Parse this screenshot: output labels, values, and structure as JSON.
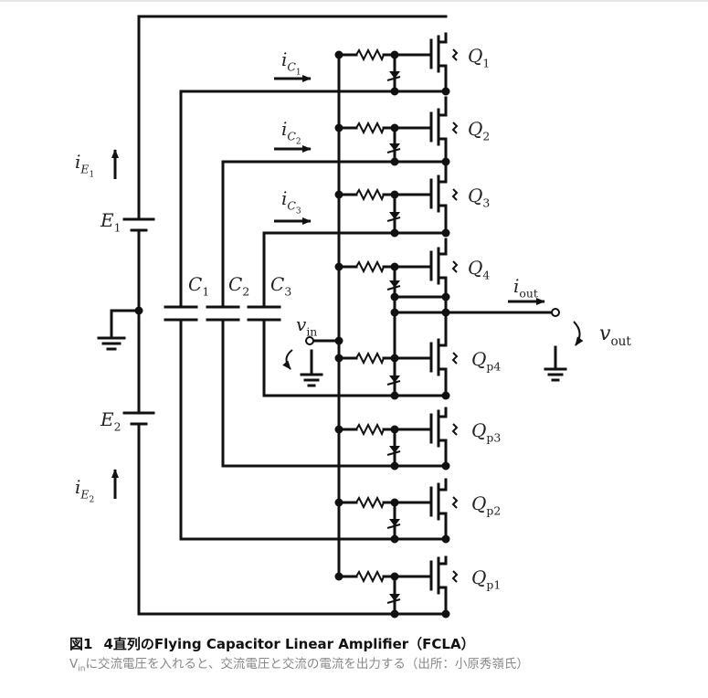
{
  "figure": {
    "number": "図1",
    "title": "4直列のFlying Capacitor Linear Amplifier（FCLA）",
    "subtitle_var": "V",
    "subtitle_sub": "in",
    "subtitle_rest": "に交流電圧を入れると、交流電圧と交流の電流を出力する（出所：小原秀嶺氏）"
  },
  "circuit": {
    "sources": [
      {
        "name": "E",
        "sub": "1",
        "current": "i",
        "current_sub": "E",
        "current_subsub": "1"
      },
      {
        "name": "E",
        "sub": "2",
        "current": "i",
        "current_sub": "E",
        "current_subsub": "2"
      }
    ],
    "capacitors": [
      {
        "name": "C",
        "sub": "1",
        "current": "i",
        "current_sub": "C",
        "current_subsub": "1"
      },
      {
        "name": "C",
        "sub": "2",
        "current": "i",
        "current_sub": "C",
        "current_subsub": "2"
      },
      {
        "name": "C",
        "sub": "3",
        "current": "i",
        "current_sub": "C",
        "current_subsub": "3"
      }
    ],
    "transistors": [
      {
        "name": "Q",
        "sub": "1"
      },
      {
        "name": "Q",
        "sub": "2"
      },
      {
        "name": "Q",
        "sub": "3"
      },
      {
        "name": "Q",
        "sub": "4"
      },
      {
        "name": "Q",
        "sub": "p4"
      },
      {
        "name": "Q",
        "sub": "p3"
      },
      {
        "name": "Q",
        "sub": "p2"
      },
      {
        "name": "Q",
        "sub": "p1"
      }
    ],
    "input": {
      "name": "v",
      "sub": "in"
    },
    "output": {
      "name": "v",
      "sub": "out",
      "current": "i",
      "current_sub": "out"
    }
  }
}
